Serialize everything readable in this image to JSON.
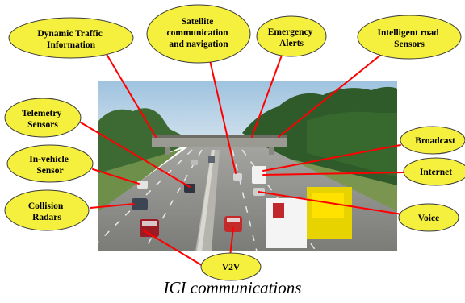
{
  "caption": "ICI communications",
  "colors": {
    "bubble_fill": "#f5ef3d",
    "bubble_stroke": "#3b3b3b",
    "connector": "#ff0000",
    "sky": "#b9d3e6",
    "forest": "#2f5a2a",
    "road": "#8e8e8a"
  },
  "labels": {
    "dynamic_traffic": [
      "Dynamic  Traffic",
      "Information"
    ],
    "satellite": [
      "Satellite",
      "communication",
      "and navigation"
    ],
    "emergency": [
      "Emergency",
      "Alerts"
    ],
    "intelligent_road": [
      "Intelligent road",
      "Sensors"
    ],
    "telemetry": [
      "Telemetry",
      "Sensors"
    ],
    "in_vehicle": [
      "In-vehicle",
      "Sensor"
    ],
    "collision": [
      "Collision",
      "Radars"
    ],
    "v2v": [
      "V2V"
    ],
    "broadcast": [
      "Broadcast"
    ],
    "internet": [
      "Internet"
    ],
    "voice": [
      "Voice"
    ]
  }
}
